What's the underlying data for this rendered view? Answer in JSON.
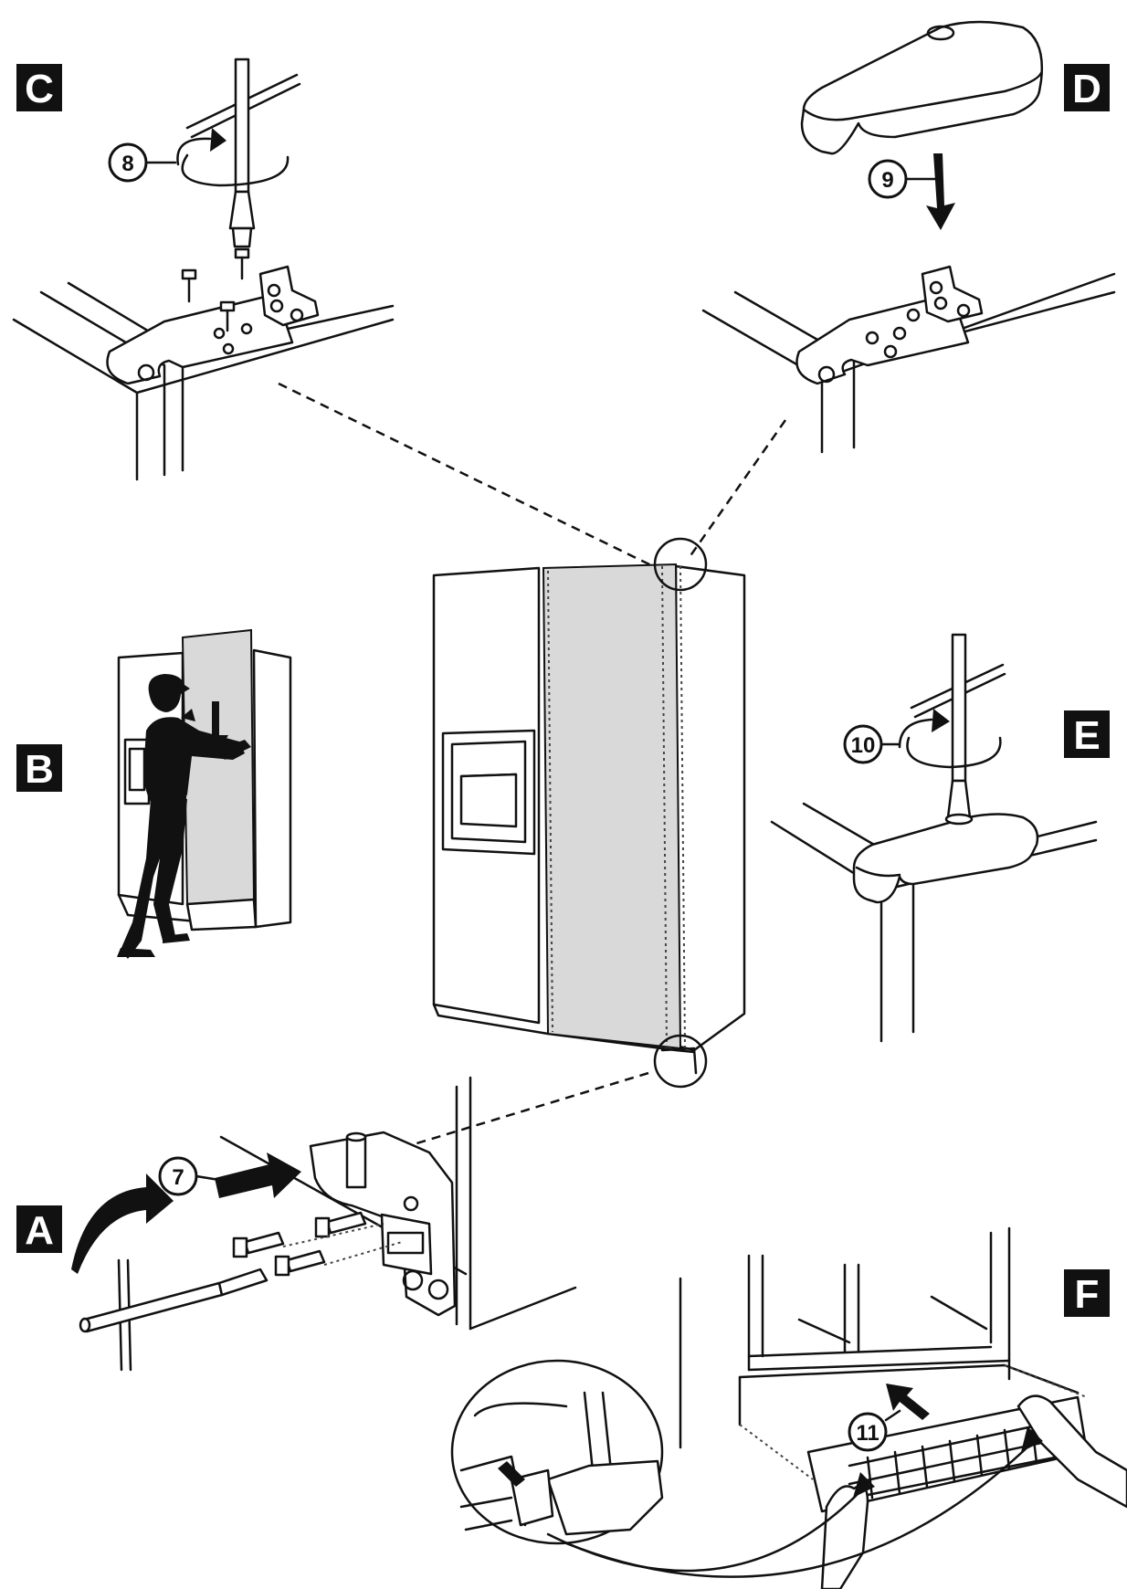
{
  "panels": {
    "A": {
      "label": "A",
      "step": "7"
    },
    "B": {
      "label": "B"
    },
    "C": {
      "label": "C",
      "step": "8"
    },
    "D": {
      "label": "D",
      "step": "9"
    },
    "E": {
      "label": "E",
      "step": "10"
    },
    "F": {
      "label": "F",
      "step": "11"
    }
  },
  "colors": {
    "line": "#111111",
    "door_shade": "#d9d9d9",
    "label_bg": "#111111",
    "label_text": "#ffffff"
  }
}
